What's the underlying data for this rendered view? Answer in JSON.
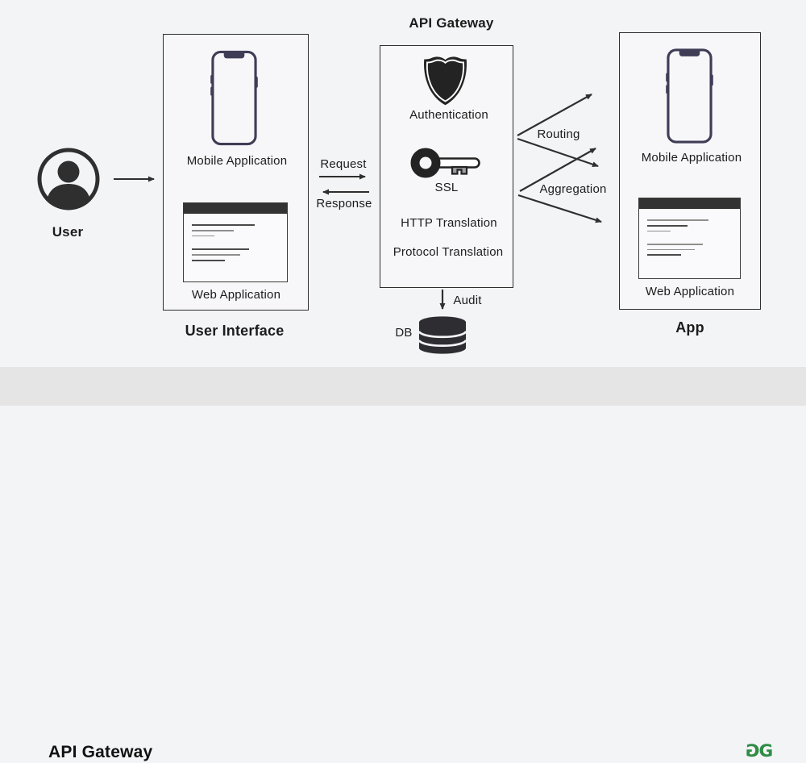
{
  "colors": {
    "background": "#f3f4f6",
    "footer_bar": "#e5e5e5",
    "stroke": "#2f2f2f",
    "phone_outline": "#3f3d56",
    "logo_green": "#2f8d46"
  },
  "header": {
    "title": "API Gateway"
  },
  "user": {
    "label": "User"
  },
  "user_interface": {
    "title": "User Interface",
    "mobile_app_label": "Mobile Application",
    "web_app_label": "Web Application"
  },
  "gateway": {
    "authentication_label": "Authentication",
    "ssl_label": "SSL",
    "http_translation_label": "HTTP Translation",
    "protocol_translation_label": "Protocol Translation"
  },
  "app": {
    "title": "App",
    "mobile_app_label": "Mobile Application",
    "web_app_label": "Web Application"
  },
  "flows": {
    "request_label": "Request",
    "response_label": "Response",
    "routing_label": "Routing",
    "aggregation_label": "Aggregation",
    "audit_label": "Audit",
    "db_label": "DB"
  },
  "footer": {
    "title": "API Gateway",
    "logo_icon": "geeksforgeeks-logo"
  }
}
